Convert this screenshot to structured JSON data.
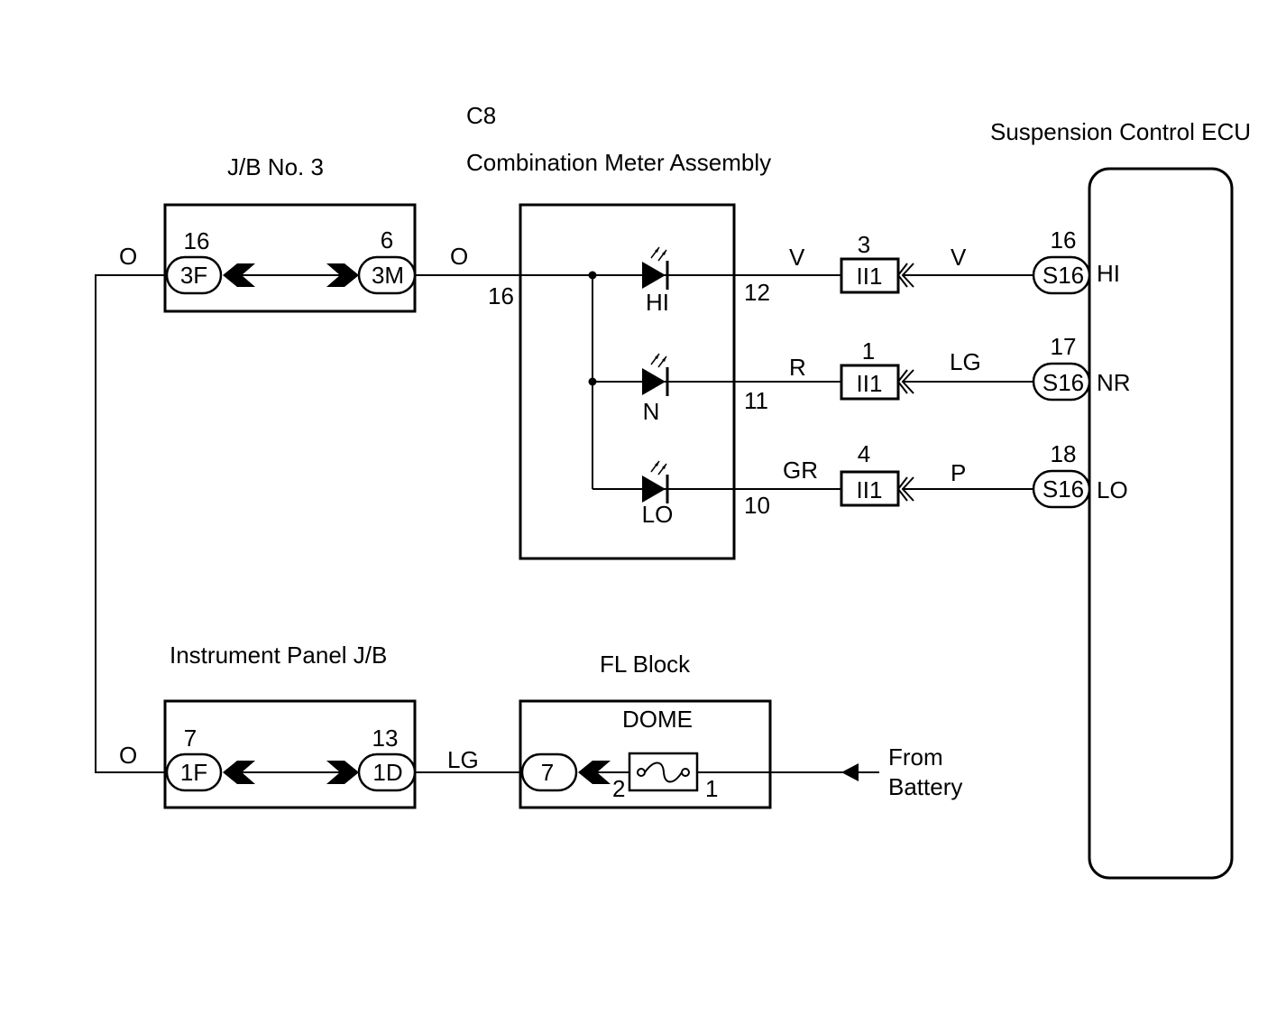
{
  "components": {
    "jb3": {
      "title": "J/B No. 3",
      "left_pin": "16",
      "left_conn": "3F",
      "right_pin": "6",
      "right_conn": "3M"
    },
    "meter": {
      "code": "C8",
      "title": "Combination Meter Assembly",
      "input_pin": "16",
      "indicators": [
        {
          "label": "HI",
          "pin": "12"
        },
        {
          "label": "N",
          "pin": "11"
        },
        {
          "label": "LO",
          "pin": "10"
        }
      ]
    },
    "ip_jb": {
      "title": "Instrument Panel J/B",
      "left_pin": "7",
      "left_conn": "1F",
      "right_pin": "13",
      "right_conn": "1D"
    },
    "fl_block": {
      "title": "FL Block",
      "fuse": "DOME",
      "conn": "7",
      "pin_in": "1",
      "pin_out": "2"
    },
    "ecu": {
      "title": "Suspension Control ECU",
      "terminals": [
        {
          "pin": "16",
          "conn": "S16",
          "label": "HI"
        },
        {
          "pin": "17",
          "conn": "S16",
          "label": "NR"
        },
        {
          "pin": "18",
          "conn": "S16",
          "label": "LO"
        }
      ]
    },
    "junctions": [
      {
        "pin": "3",
        "conn": "II1"
      },
      {
        "pin": "1",
        "conn": "II1"
      },
      {
        "pin": "4",
        "conn": "II1"
      }
    ]
  },
  "wires": {
    "jb3_left": "O",
    "jb3_right": "O",
    "ip_left": "O",
    "ip_to_fl": "LG",
    "meter_out": [
      "V",
      "R",
      "GR"
    ],
    "ecu_in": [
      "V",
      "LG",
      "P"
    ]
  },
  "source": {
    "line1": "From",
    "line2": "Battery"
  }
}
